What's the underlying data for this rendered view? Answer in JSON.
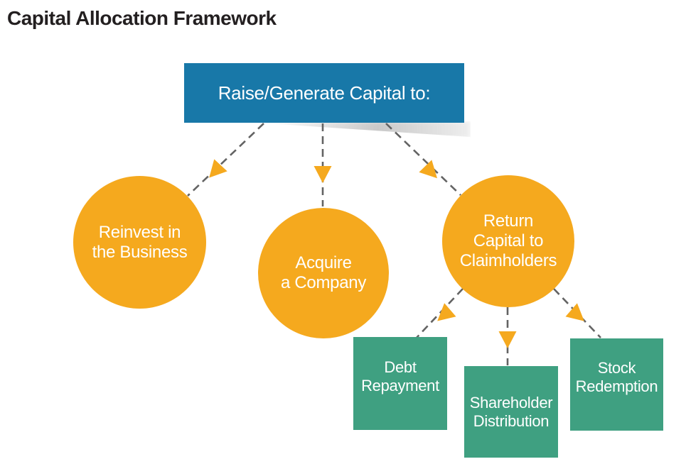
{
  "title": "Capital Allocation Framework",
  "root": {
    "label": "Raise/Generate Capital to:"
  },
  "level1": [
    {
      "id": "reinvest",
      "label": "Reinvest in\nthe Business"
    },
    {
      "id": "acquire",
      "label": "Acquire\na Company"
    },
    {
      "id": "return",
      "label": "Return\nCapital to\nClaimholders"
    }
  ],
  "level2": [
    {
      "id": "debt",
      "label": "Debt\nRepayment"
    },
    {
      "id": "shareholder",
      "label": "Shareholder\nDistribution"
    },
    {
      "id": "stock",
      "label": "Stock\nRedemption"
    }
  ],
  "colors": {
    "root_box": "#1878a8",
    "circle": "#f5a91e",
    "leaf_box": "#3fa081",
    "connector": "#636363",
    "arrowhead": "#f5a91e",
    "title_text": "#231f20",
    "shape_text": "#ffffff"
  }
}
